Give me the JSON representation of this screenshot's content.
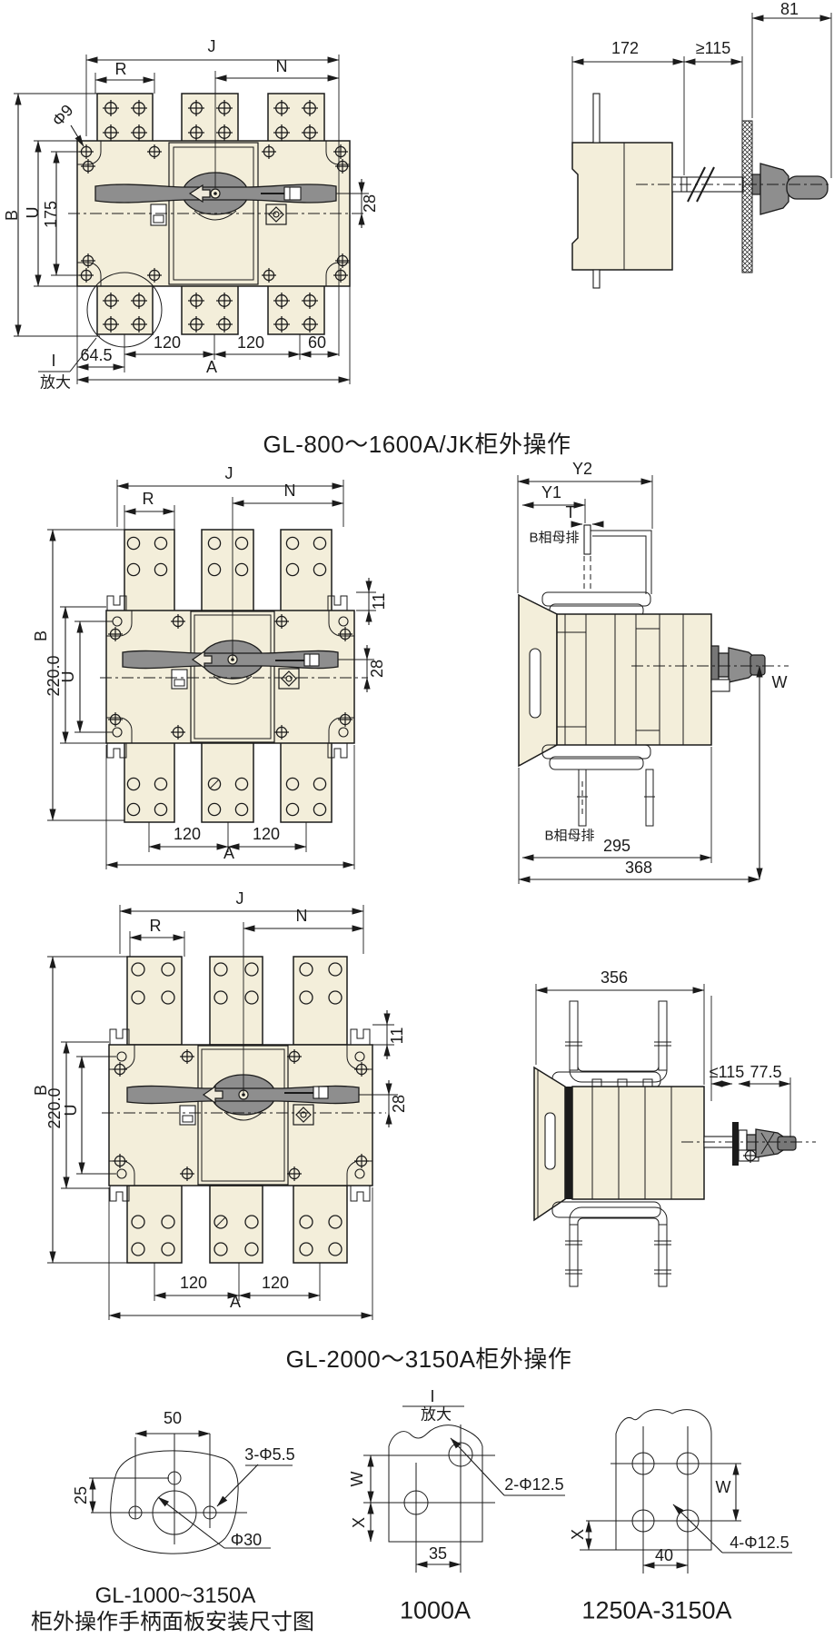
{
  "titles": {
    "section1": "GL-800～1600A/JK柜外操作",
    "section2": "GL-2000～3150A柜外操作"
  },
  "d1_front": {
    "J": "J",
    "R": "R",
    "N": "N",
    "phi9": "Φ9",
    "B": "B",
    "U": "U",
    "v175": "175",
    "v28": "28",
    "v120a": "120",
    "v120b": "120",
    "v60": "60",
    "v64_5": "64.5",
    "A": "A",
    "detail_ref": "I",
    "detail_zoom": "放大"
  },
  "d1_side": {
    "v172": "172",
    "v115": "≥115",
    "v81": "81"
  },
  "d2_front": {
    "J": "J",
    "R": "R",
    "N": "N",
    "B": "B",
    "v220": "220.0",
    "U": "U",
    "v11": "11",
    "v28": "28",
    "v120a": "120",
    "v120b": "120",
    "A": "A"
  },
  "d2_side": {
    "Y2": "Y2",
    "Y1": "Y1",
    "T": "T",
    "W": "W",
    "v295": "295",
    "v368": "368",
    "busbar_top": "B相母排",
    "busbar_bottom": "B相母排"
  },
  "d3_front": {
    "J": "J",
    "R": "R",
    "N": "N",
    "B": "B",
    "v220": "220.0",
    "U": "U",
    "v11": "11",
    "v28": "28",
    "v120a": "120",
    "v120b": "120",
    "A": "A"
  },
  "d3_side": {
    "v356": "356",
    "v115": "≤115",
    "v77_5": "77.5"
  },
  "panel_detail": {
    "v50": "50",
    "v25": "25",
    "holes": "3-Φ5.5",
    "center_hole": "Φ30",
    "caption_line1": "GL-1000~3150A",
    "caption_line2": "柜外操作手柄面板安装尺寸图"
  },
  "pad_detail_1000": {
    "ref": "I",
    "zoom": "放大",
    "W": "W",
    "X": "X",
    "v35": "35",
    "holes": "2-Φ12.5",
    "caption": "1000A"
  },
  "pad_detail_1250": {
    "W": "W",
    "X": "X",
    "v40": "40",
    "holes": "4-Φ12.5",
    "caption": "1250A-3150A"
  }
}
